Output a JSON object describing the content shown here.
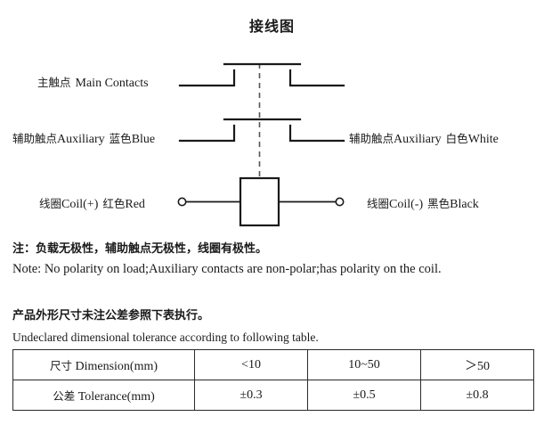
{
  "title": "接线图",
  "diagram": {
    "rows": [
      {
        "id": "main-contacts",
        "label_cn": "主触点",
        "label_en": "Main Contacts",
        "type": "normally-open-contact"
      },
      {
        "id": "auxiliary-contacts",
        "label_left_cn": "辅助触点",
        "label_left_en": "Auxiliary",
        "label_left_color_cn": "蓝色",
        "label_left_color_en": "Blue",
        "label_right_cn": "辅助触点",
        "label_right_en": "Auxiliary",
        "label_right_color_cn": "白色",
        "label_right_color_en": "White",
        "type": "normally-open-contact"
      },
      {
        "id": "coil",
        "label_left_cn": "线圈",
        "label_left_en": "Coil(+)",
        "label_left_color_cn": "红色",
        "label_left_color_en": "Red",
        "label_right_cn": "线圈",
        "label_right_en": "Coil(-)",
        "label_right_color_cn": "黑色",
        "label_right_color_en": "Black",
        "type": "coil-rectangle"
      }
    ],
    "line_color": "#1a1a1a",
    "dashed_link_color": "#555555"
  },
  "notes": {
    "note_cn": "注：负载无极性，辅助触点无极性，线圈有极性。",
    "note_en": "Note: No polarity on load;Auxiliary contacts are non-polar;has polarity on the coil."
  },
  "tolerance": {
    "heading_cn": "产品外形尺寸未注公差参照下表执行。",
    "heading_en": "Undeclared dimensional tolerance according to following table.",
    "table": {
      "rows": [
        {
          "header_cn": "尺寸",
          "header_en": "Dimension(mm)",
          "cells": [
            "<10",
            "10~50",
            "＞50"
          ]
        },
        {
          "header_cn": "公差",
          "header_en": "Tolerance(mm)",
          "cells": [
            "±0.3",
            "±0.5",
            "±0.8"
          ]
        }
      ]
    }
  }
}
